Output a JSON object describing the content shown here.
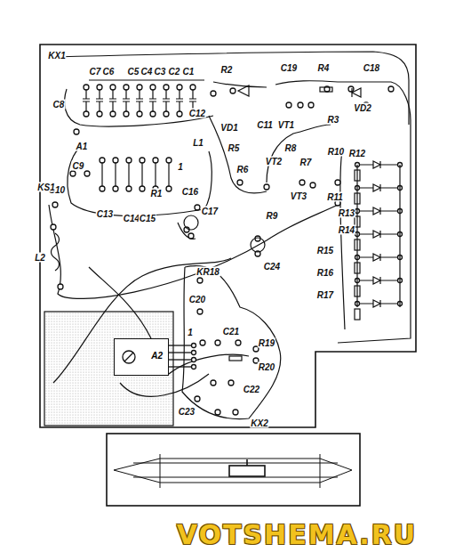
{
  "diagram": {
    "nodes": [
      {
        "text": [
          "A2"
        ]
      }
    ],
    "labels": [
      "KX1",
      "C7",
      "C6",
      "C5",
      "C4",
      "C3",
      "C2",
      "C1",
      "R2",
      "C19",
      "R4",
      "C18",
      "C8",
      "C12",
      "VD1",
      "C11",
      "VT1",
      "VD2",
      "R3",
      "L1",
      "R5",
      "R8",
      "R6",
      "VT2",
      "R7",
      "R10",
      "R12",
      "A1",
      "C9",
      "C10",
      "R1",
      "C16",
      "1",
      "C17",
      "VT3",
      "R11",
      "C13",
      "C14",
      "C15",
      "KS1",
      "R9",
      "R13",
      "R14",
      "R15",
      "R16",
      "R17",
      "L2",
      "KR18",
      "C24",
      "C20",
      "1",
      "C21",
      "R19",
      "R20",
      "C22",
      "C23",
      "KX2",
      "VOTSHEMA.RU"
    ]
  }
}
